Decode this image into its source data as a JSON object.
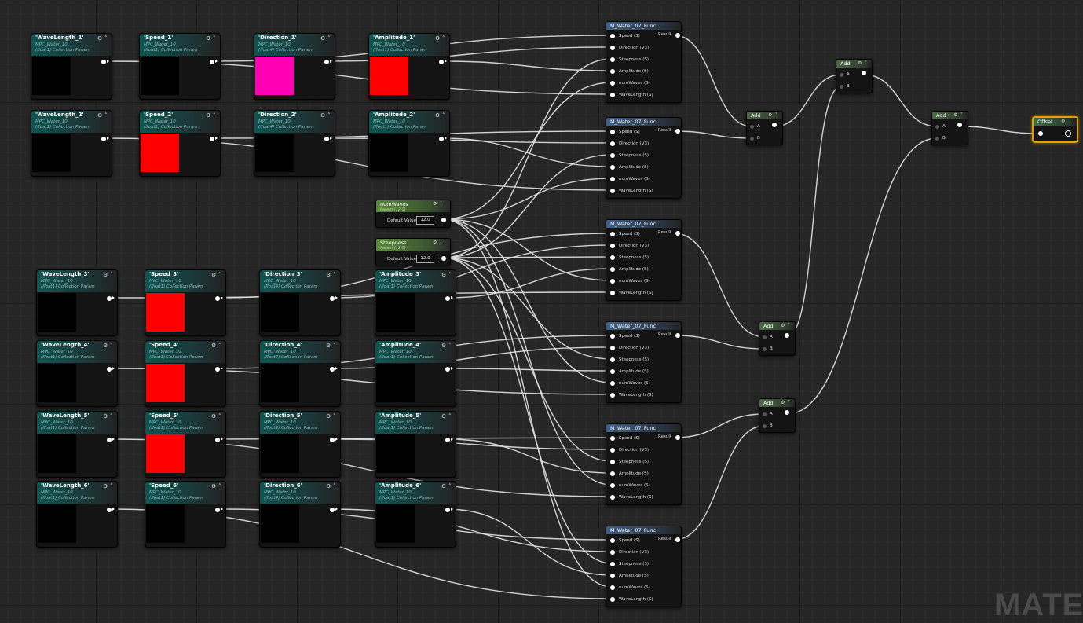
{
  "colors": {
    "red_swatch": "#ff0000",
    "magenta_swatch": "#ff00b4",
    "black_swatch": "#000000",
    "wire": "#e6e6e6"
  },
  "icons": {
    "settings": "gear-icon",
    "collapse": "chevron-up-icon",
    "expand": "chevron-down-icon"
  },
  "param_nodes": [
    {
      "title": "'WaveLength_1'",
      "collection": "MPC_Water_10",
      "type": "(float1) Collection Param",
      "swatch": "black"
    },
    {
      "title": "'Speed_1'",
      "collection": "MPC_Water_10",
      "type": "(float1) Collection Param",
      "swatch": "black"
    },
    {
      "title": "'Direction_1'",
      "collection": "MPC_Water_10",
      "type": "(float4) Collection Param",
      "swatch": "magenta"
    },
    {
      "title": "'Amplitude_1'",
      "collection": "MPC_Water_10",
      "type": "(float1) Collection Param",
      "swatch": "red"
    },
    {
      "title": "'WaveLength_2'",
      "collection": "MPC_Water_10",
      "type": "(float1) Collection Param",
      "swatch": "black"
    },
    {
      "title": "'Speed_2'",
      "collection": "MPC_Water_10",
      "type": "(float1) Collection Param",
      "swatch": "red"
    },
    {
      "title": "'Direction_2'",
      "collection": "MPC_Water_10",
      "type": "(float4) Collection Param",
      "swatch": "black"
    },
    {
      "title": "'Amplitude_2'",
      "collection": "MPC_Water_10",
      "type": "(float1) Collection Param",
      "swatch": "black"
    },
    {
      "title": "'WaveLength_3'",
      "collection": "MPC_Water_10",
      "type": "(float1) Collection Param",
      "swatch": "black"
    },
    {
      "title": "'Speed_3'",
      "collection": "MPC_Water_10",
      "type": "(float1) Collection Param",
      "swatch": "red"
    },
    {
      "title": "'Direction_3'",
      "collection": "MPC_Water_10",
      "type": "(float4) Collection Param",
      "swatch": "black"
    },
    {
      "title": "'Amplitude_3'",
      "collection": "MPC_Water_10",
      "type": "(float1) Collection Param",
      "swatch": "black"
    },
    {
      "title": "'WaveLength_4'",
      "collection": "MPC_Water_10",
      "type": "(float1) Collection Param",
      "swatch": "black"
    },
    {
      "title": "'Speed_4'",
      "collection": "MPC_Water_10",
      "type": "(float1) Collection Param",
      "swatch": "red"
    },
    {
      "title": "'Direction_4'",
      "collection": "MPC_Water_10",
      "type": "(float4) Collection Param",
      "swatch": "black"
    },
    {
      "title": "'Amplitude_4'",
      "collection": "MPC_Water_10",
      "type": "(float1) Collection Param",
      "swatch": "black"
    },
    {
      "title": "'WaveLength_5'",
      "collection": "MPC_Water_10",
      "type": "(float1) Collection Param",
      "swatch": "black"
    },
    {
      "title": "'Speed_5'",
      "collection": "MPC_Water_10",
      "type": "(float1) Collection Param",
      "swatch": "red"
    },
    {
      "title": "'Direction_5'",
      "collection": "MPC_Water_10",
      "type": "(float4) Collection Param",
      "swatch": "black"
    },
    {
      "title": "'Amplitude_5'",
      "collection": "MPC_Water_10",
      "type": "(float1) Collection Param",
      "swatch": "black"
    },
    {
      "title": "'WaveLength_6'",
      "collection": "MPC_Water_10",
      "type": "(float1) Collection Param",
      "swatch": "black"
    },
    {
      "title": "'Speed_6'",
      "collection": "MPC_Water_10",
      "type": "(float1) Collection Param",
      "swatch": "black"
    },
    {
      "title": "'Direction_6'",
      "collection": "MPC_Water_10",
      "type": "(float4) Collection Param",
      "swatch": "black"
    },
    {
      "title": "'Amplitude_6'",
      "collection": "MPC_Water_10",
      "type": "(float1) Collection Param",
      "swatch": "black"
    }
  ],
  "scalar_nodes": [
    {
      "title": "numWaves",
      "subtitle": "Param (12.0)",
      "label": "Default Value",
      "value": "12.0"
    },
    {
      "title": "Steepness",
      "subtitle": "Param (12.0)",
      "label": "Default Value",
      "value": "12.0"
    }
  ],
  "func_nodes": {
    "title": "M_Water_07_Func",
    "result": "Result",
    "inputs": [
      "Speed (S)",
      "Direction (V3)",
      "Steepness (S)",
      "Amplitude (S)",
      "numWaves (S)",
      "WaveLength (S)"
    ],
    "count": 6
  },
  "add_nodes": {
    "title": "Add",
    "pin_a": "A",
    "pin_b": "B",
    "count": 5
  },
  "output_node": {
    "title": "Offset"
  },
  "watermark": "MATE"
}
